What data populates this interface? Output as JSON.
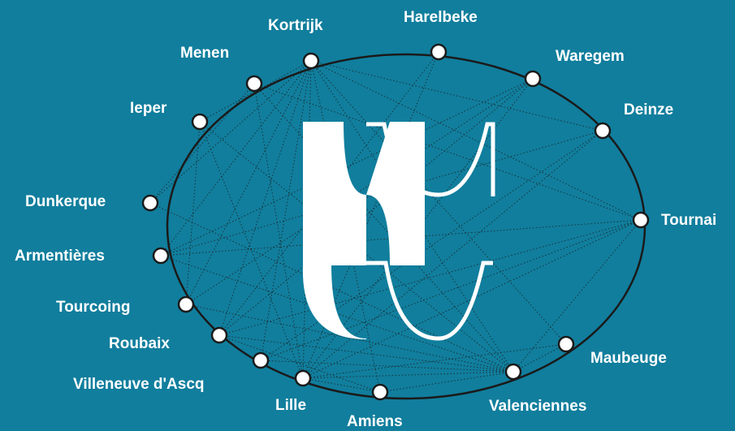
{
  "colors": {
    "background": "#117e9d",
    "ring": "#1a1a1a",
    "node_fill": "#ffffff",
    "node_stroke": "#1a1a1a",
    "connection": "#1a1a1a",
    "logo": "#ffffff",
    "label": "#ffffff"
  },
  "logo": {
    "name": "WVI logo mark"
  },
  "nodes": [
    {
      "id": "kortrijk",
      "label": "Kortrijk"
    },
    {
      "id": "harelbeke",
      "label": "Harelbeke"
    },
    {
      "id": "waregem",
      "label": "Waregem"
    },
    {
      "id": "deinze",
      "label": "Deinze"
    },
    {
      "id": "tournai",
      "label": "Tournai"
    },
    {
      "id": "maubeuge",
      "label": "Maubeuge"
    },
    {
      "id": "valenciennes",
      "label": "Valenciennes"
    },
    {
      "id": "amiens",
      "label": "Amiens"
    },
    {
      "id": "lille",
      "label": "Lille"
    },
    {
      "id": "villeneuve",
      "label": "Villeneuve d'Ascq"
    },
    {
      "id": "roubaix",
      "label": "Roubaix"
    },
    {
      "id": "tourcoing",
      "label": "Tourcoing"
    },
    {
      "id": "armentieres",
      "label": "Armentières"
    },
    {
      "id": "dunkerque",
      "label": "Dunkerque"
    },
    {
      "id": "ieper",
      "label": "Ieper"
    },
    {
      "id": "menen",
      "label": "Menen"
    }
  ],
  "connections": [
    [
      "kortrijk",
      "deinze"
    ],
    [
      "kortrijk",
      "tournai"
    ],
    [
      "kortrijk",
      "valenciennes"
    ],
    [
      "kortrijk",
      "lille"
    ],
    [
      "kortrijk",
      "villeneuve"
    ],
    [
      "kortrijk",
      "roubaix"
    ],
    [
      "kortrijk",
      "tourcoing"
    ],
    [
      "kortrijk",
      "armentieres"
    ],
    [
      "kortrijk",
      "amiens"
    ],
    [
      "kortrijk",
      "ieper"
    ],
    [
      "kortrijk",
      "dunkerque"
    ],
    [
      "kortrijk",
      "maubeuge"
    ],
    [
      "menen",
      "valenciennes"
    ],
    [
      "menen",
      "lille"
    ],
    [
      "menen",
      "tournai"
    ],
    [
      "menen",
      "dunkerque"
    ],
    [
      "ieper",
      "lille"
    ],
    [
      "ieper",
      "valenciennes"
    ],
    [
      "ieper",
      "tourcoing"
    ],
    [
      "harelbeke",
      "lille"
    ],
    [
      "harelbeke",
      "roubaix"
    ],
    [
      "waregem",
      "lille"
    ],
    [
      "waregem",
      "roubaix"
    ],
    [
      "waregem",
      "tourcoing"
    ],
    [
      "waregem",
      "armentieres"
    ],
    [
      "deinze",
      "lille"
    ],
    [
      "deinze",
      "villeneuve"
    ],
    [
      "deinze",
      "armentieres"
    ],
    [
      "tournai",
      "lille"
    ],
    [
      "tournai",
      "roubaix"
    ],
    [
      "tournai",
      "armentieres"
    ],
    [
      "tournai",
      "valenciennes"
    ],
    [
      "tournai",
      "villeneuve"
    ],
    [
      "dunkerque",
      "valenciennes"
    ],
    [
      "valenciennes",
      "roubaix"
    ],
    [
      "valenciennes",
      "villeneuve"
    ],
    [
      "valenciennes",
      "tourcoing"
    ],
    [
      "valenciennes",
      "armentieres"
    ],
    [
      "valenciennes",
      "amiens"
    ],
    [
      "valenciennes",
      "lille"
    ],
    [
      "maubeuge",
      "lille"
    ],
    [
      "maubeuge",
      "valenciennes"
    ],
    [
      "amiens",
      "lille"
    ],
    [
      "amiens",
      "roubaix"
    ]
  ]
}
